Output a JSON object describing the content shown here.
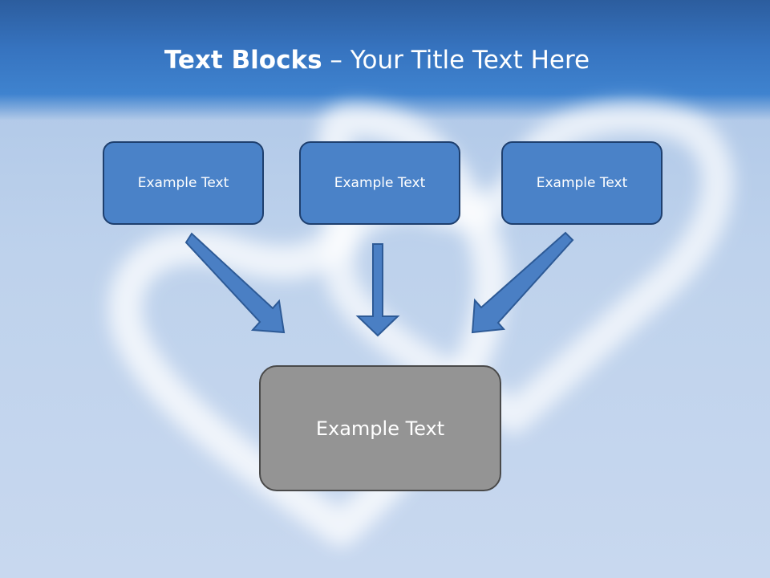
{
  "slide": {
    "title_bold": "Text Blocks",
    "title_dash": " – ",
    "title_rest": "Your Title Text Here"
  },
  "boxes": [
    {
      "label": "Example Text"
    },
    {
      "label": "Example Text"
    },
    {
      "label": "Example Text"
    }
  ],
  "result_box": {
    "label": "Example Text"
  },
  "colors": {
    "title_bar": "#3673bf",
    "box_fill": "#4a82c8",
    "box_border": "#1e3f6e",
    "arrow_fill": "#4a7fc4",
    "result_fill": "#949494",
    "result_border": "#4a4a4a"
  },
  "background": "cloud-heart-sky"
}
